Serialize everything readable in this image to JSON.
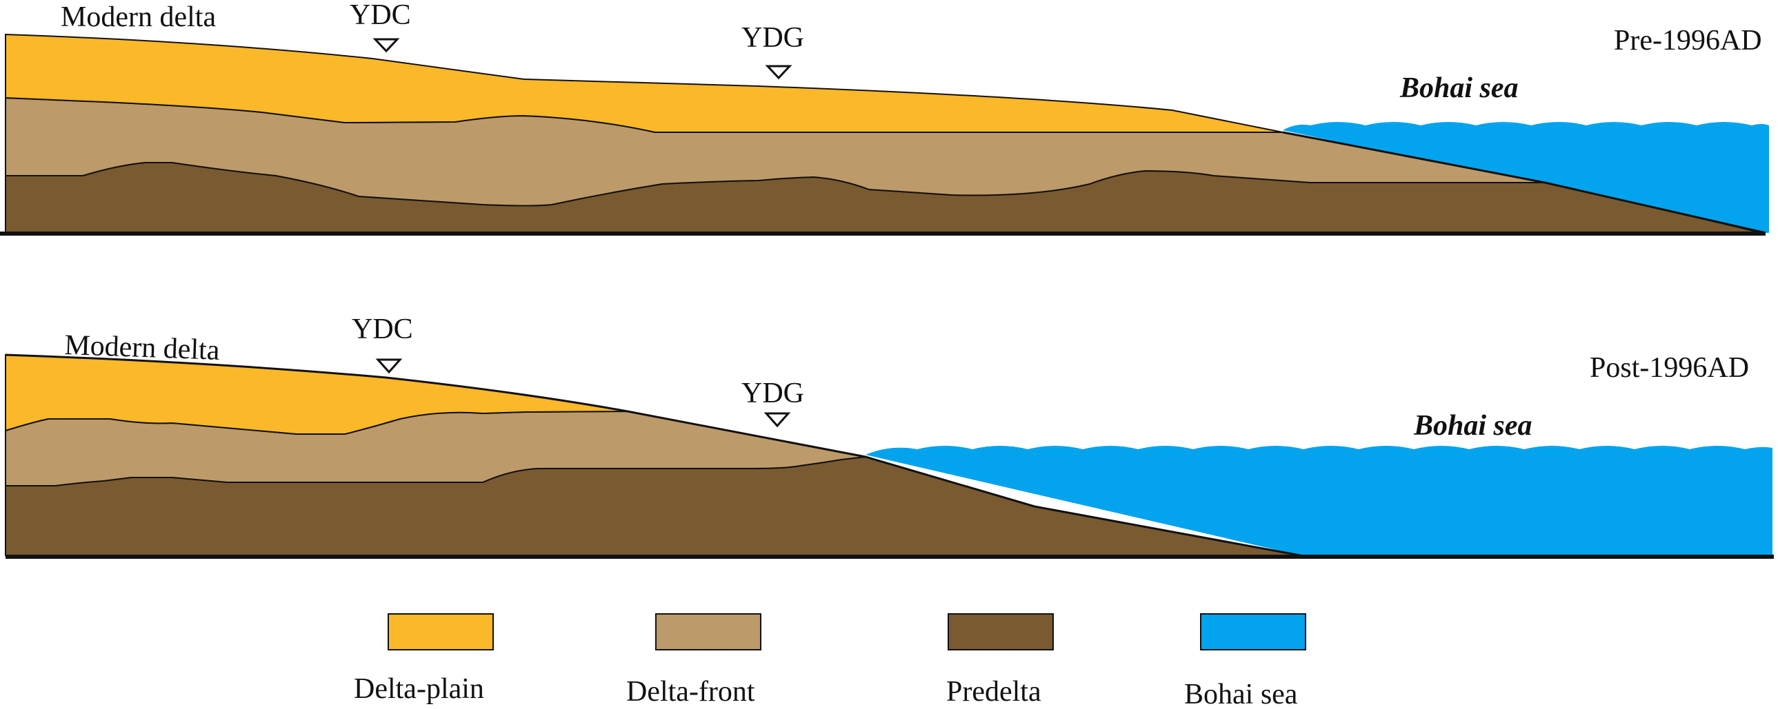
{
  "panels": [
    {
      "id": "pre",
      "period_label": "Pre-1996AD",
      "region_label": "Modern delta",
      "station_1": "YDC",
      "station_2": "YDG",
      "sea_label": "Bohai sea"
    },
    {
      "id": "post",
      "period_label": "Post-1996AD",
      "region_label": "Modern delta",
      "station_1": "YDC",
      "station_2": "YDG",
      "sea_label": "Bohai sea"
    }
  ],
  "legend": [
    {
      "label": "Delta-plain",
      "color": "#fbb829"
    },
    {
      "label": "Delta-front",
      "color": "#bd9a69"
    },
    {
      "label": "Predelta",
      "color": "#7a5a30"
    },
    {
      "label": "Bohai sea",
      "color": "#03a3ee"
    }
  ],
  "colors": {
    "delta_plain": "#fbb829",
    "delta_front": "#bd9a69",
    "predelta": "#7a5a30",
    "bohai_sea": "#03a3ee",
    "outline": "#111111"
  }
}
